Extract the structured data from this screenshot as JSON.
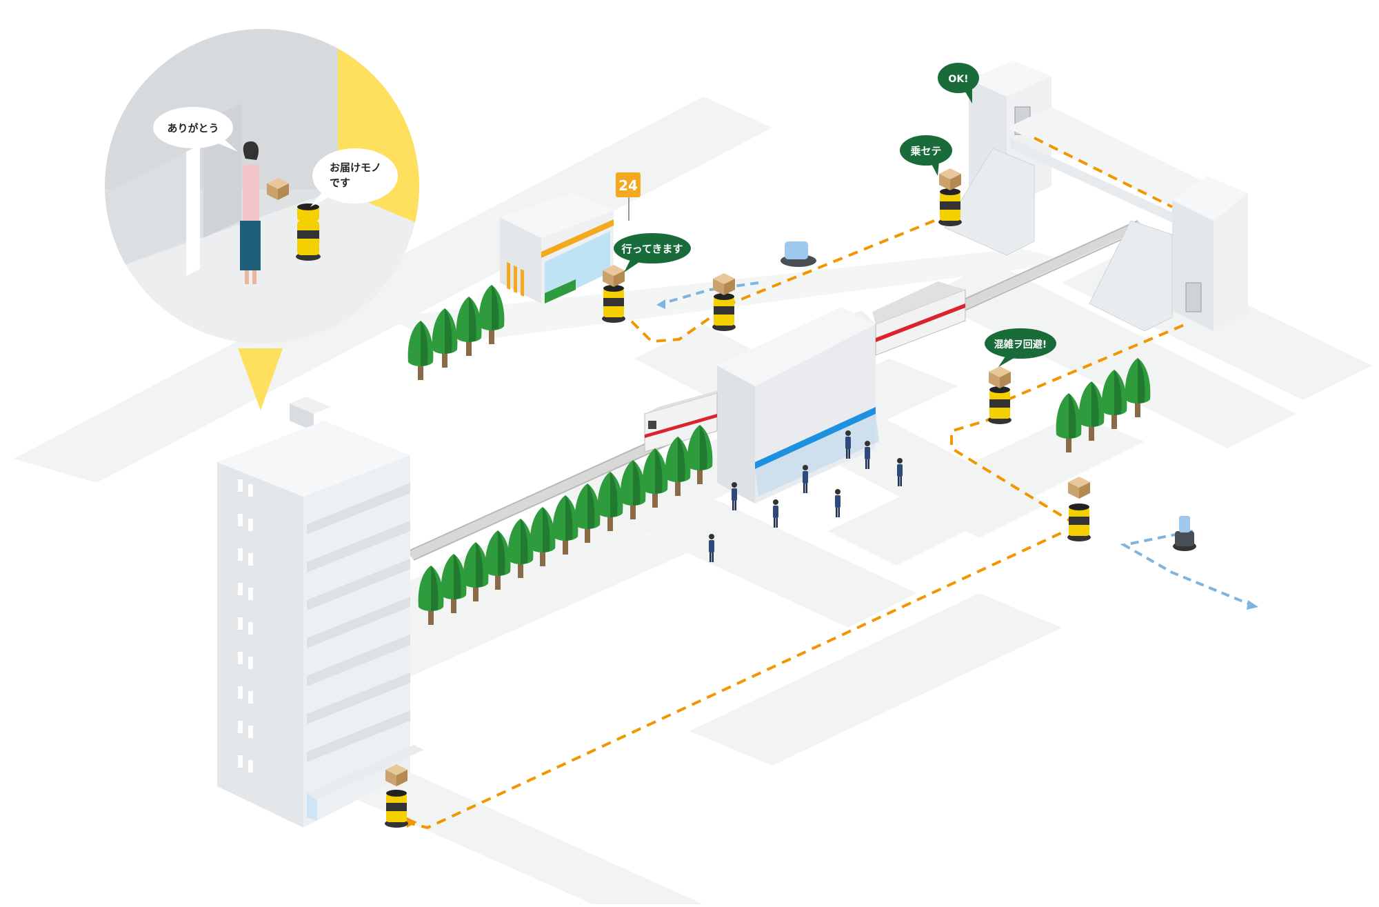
{
  "speech": {
    "thanks": "ありがとう",
    "delivery_line1": "お届けモノ",
    "delivery_line2": "です",
    "departing": "行ってきます",
    "boarding": "乗セテ",
    "ok": "OK!",
    "avoid_crowd": "混雑ヲ回避!"
  },
  "store_sign": "24",
  "colors": {
    "ground": "#f2f3f3",
    "building": "#e4e7ea",
    "path": "#f29600",
    "return_path": "#7fb4de",
    "bubble_green": "#1a6b3a",
    "robot_yellow": "#f5d000",
    "tree": "#2e9b3c",
    "store_sign": "#f3a81d",
    "train_stripe": "#d9232d",
    "platform_roof": "#1e90e0"
  },
  "icons": [
    "delivery-robot-icon",
    "parcel-icon",
    "tree-icon",
    "train-icon",
    "person-icon",
    "elevator-icon",
    "stairs-icon",
    "store-icon"
  ]
}
